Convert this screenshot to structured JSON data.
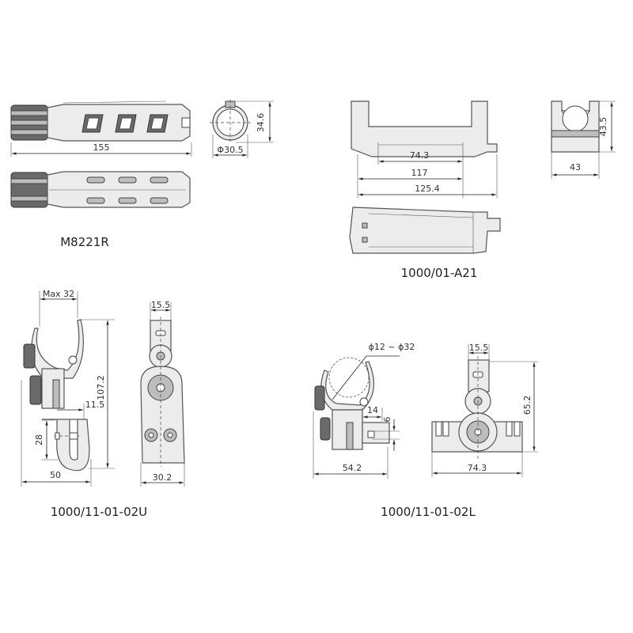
{
  "parts": {
    "m8221r": {
      "label": "M8221R",
      "dims": {
        "length": "155",
        "diameter": "Φ30.5",
        "height": "34.6"
      }
    },
    "a21": {
      "label": "1000/01-A21",
      "dims": {
        "inner": "74.3",
        "mid": "117",
        "overall": "125.4",
        "height": "43.5",
        "width": "43"
      }
    },
    "u02": {
      "label": "1000/11-01-02U",
      "dims": {
        "clamp": "Max 32",
        "height": "107.2",
        "offset": "11.5",
        "hook": "28",
        "depth": "50",
        "top_width": "15.5",
        "base_width": "30.2"
      }
    },
    "l02": {
      "label": "1000/11-01-02L",
      "dims": {
        "clamp": "ϕ12 ~ ϕ32",
        "slot": "14",
        "slot_h": "6",
        "depth": "54.2",
        "top_width": "15.5",
        "height": "65.2",
        "base_width": "74.3"
      }
    }
  }
}
